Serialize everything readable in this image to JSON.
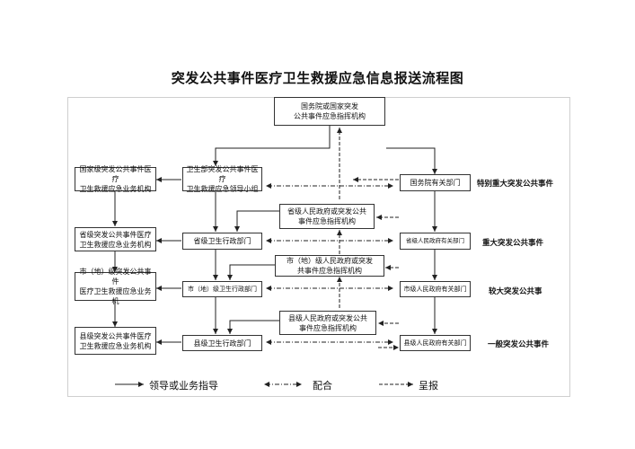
{
  "title": "突发公共事件医疗卫生救援应急信息报送流程图",
  "boxes": {
    "state_council": "国务院或国家突发\n公共事件应急指挥机构",
    "national_med": "国家级突发公共事件医疗\n卫生救援应急业务机构",
    "moh_group": "卫生部突发公共事件医疗\n卫生救援应急领导小组",
    "state_dept": "国务院有关部门",
    "prov_command": "省级人民政府或突发公共\n事件应急指挥机构",
    "prov_med": "省级突发公共事件医疗\n卫生救援应急业务机构",
    "prov_health": "省级卫生行政部门",
    "prov_dept": "省级人民政府有关部门",
    "city_command": "市（地）级人民政府或突发\n共事件应急指挥机构",
    "city_med": "市（地）级突发公共事件\n医疗卫生救援应急业务机",
    "city_health": "市（地）级卫生行政部门",
    "city_dept": "市级人民政府有关部门",
    "county_command": "县级人民政府或突发公共\n事件应急指挥机构",
    "county_med": "县级突发公共事件医疗\n卫生救援应急业务机构",
    "county_health": "县级卫生行政部门",
    "county_dept": "县级人民政府有关部门"
  },
  "levels": [
    "特别重大突发公共事件",
    "重大突发公共事件",
    "较大突发公共事",
    "一般突发公共事件"
  ],
  "legend": {
    "lead": "领导或业务指导",
    "coop": "配合",
    "report": "呈报"
  }
}
